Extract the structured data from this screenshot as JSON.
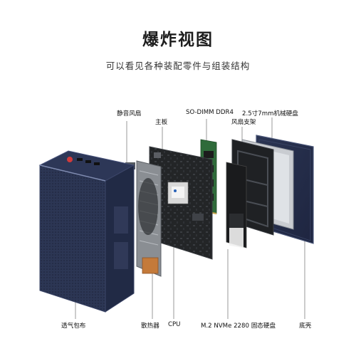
{
  "title": "爆炸视图",
  "subtitle": "可以看见各种装配零件与组装结构",
  "labels": {
    "fan": "静音风扇",
    "mainboard": "主板",
    "ram": "SO-DIMM DDR4",
    "hdd": "2.5寸7mm机械硬盘",
    "fan_bracket": "风扇支架",
    "shell": "透气包布",
    "heatsink": "散热器",
    "cpu": "CPU",
    "ssd": "M.2 NVMe 2280 固态硬盘",
    "bottom_case": "底壳"
  },
  "colors": {
    "case_blue": "#27314d",
    "board_dark": "#202225",
    "ram_green": "#2f6b3a",
    "copper": "#c47a3a"
  }
}
